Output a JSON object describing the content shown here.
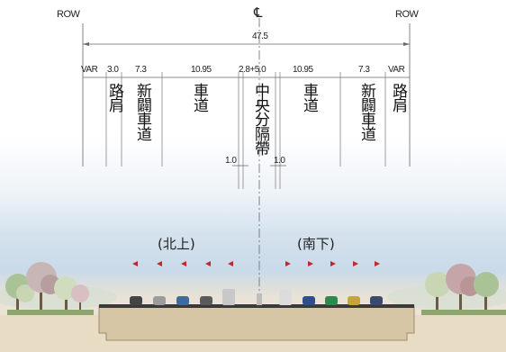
{
  "header": {
    "row_left": "ROW",
    "row_right": "ROW",
    "centerline": "℄",
    "total_width": "47.5"
  },
  "dims": {
    "var_left": "VAR",
    "shoulder_left": "3.0",
    "new_left": "7.3",
    "lane_left": "10.95",
    "median": "2.8+5.0",
    "lane_right": "10.95",
    "new_right": "7.3",
    "var_right": "VAR",
    "offset_left": "1.0",
    "offset_right": "1.0"
  },
  "zones": {
    "shoulder_left": "路肩",
    "new_left": "新闢車道",
    "lane_left": "車道",
    "median": "中央分隔帶",
    "lane_right": "車道",
    "new_right": "新闢車道",
    "shoulder_right": "路肩"
  },
  "directions": {
    "north": "(北上)",
    "south": "(南下)"
  },
  "colors": {
    "line": "#555555",
    "arrow": "#c0262b",
    "road": "#3a3a3a",
    "ground": "#d8c9ae"
  }
}
